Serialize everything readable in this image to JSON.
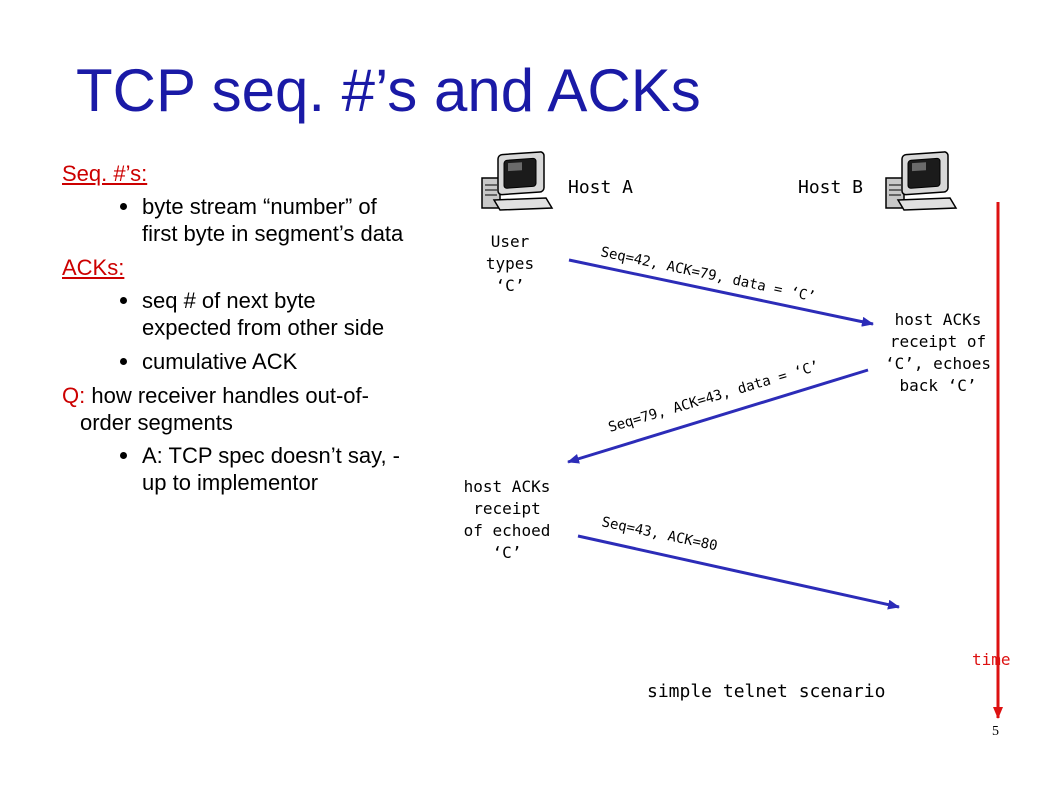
{
  "title": "TCP seq. #’s and ACKs",
  "left": {
    "seq_heading": "Seq. #’s:",
    "seq_bullets": [
      "byte stream “number” of first byte in segment’s data"
    ],
    "ack_heading": "ACKs:",
    "ack_bullets": [
      "seq # of next byte expected from other side",
      "cumulative ACK"
    ],
    "q_label": "Q:",
    "q_text": "how receiver handles out-of-order segments",
    "q_bullets": [
      "A: TCP spec doesn’t say, - up to implementor"
    ]
  },
  "diagram": {
    "host_a": "Host A",
    "host_b": "Host B",
    "user_types": [
      "User",
      "types",
      "‘C’"
    ],
    "hostb_action": [
      "host ACKs",
      "receipt of",
      "‘C’, echoes",
      "back ‘C’"
    ],
    "hosta_action": [
      "host ACKs",
      "receipt",
      "of echoed",
      "‘C’"
    ],
    "msg1": "Seq=42, ACK=79, data = ‘C’",
    "msg2": "Seq=79, ACK=43, data = ‘C’",
    "msg3": "Seq=43, ACK=80",
    "time_label": "time",
    "caption": "simple telnet scenario",
    "colors": {
      "arrow": "#2c2cb8",
      "time_axis": "#dd1111",
      "title": "#1a1aa6",
      "heading": "#cc0000"
    }
  },
  "slide_number": "5"
}
